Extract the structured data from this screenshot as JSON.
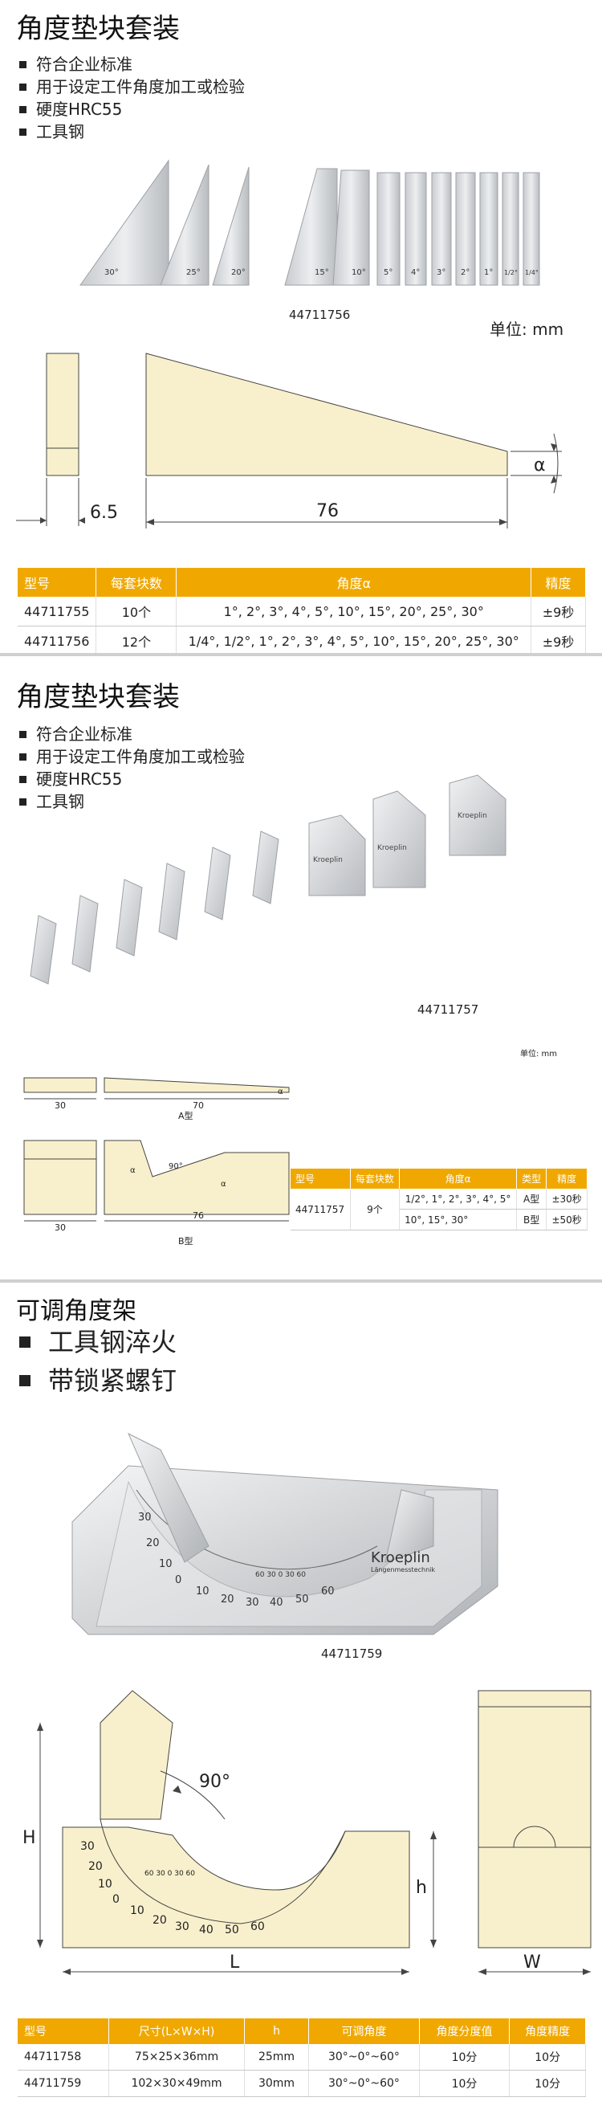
{
  "section1": {
    "title": "角度垫块套装",
    "bullets": [
      "符合企业标准",
      "用于设定工件角度加工或检验",
      "硬度HRC55",
      "工具钢"
    ],
    "block_labels": [
      "30°",
      "25°",
      "20°",
      "15°",
      "10°",
      "5°",
      "4°",
      "3°",
      "2°",
      "1°",
      "1/2°",
      "1/4°"
    ],
    "product_code": "44711756",
    "unit": "单位: mm",
    "dims": {
      "thickness": "6.5",
      "length": "76",
      "alpha": "α"
    },
    "table": {
      "headers": [
        "型号",
        "每套块数",
        "角度α",
        "精度"
      ],
      "rows": [
        [
          "44711755",
          "10个",
          "1°, 2°, 3°, 4°, 5°, 10°, 15°, 20°, 25°, 30°",
          "±9秒"
        ],
        [
          "44711756",
          "12个",
          "1/4°, 1/2°, 1°, 2°, 3°, 4°, 5°, 10°, 15°, 20°, 25°, 30°",
          "±9秒"
        ]
      ]
    }
  },
  "section2": {
    "title": "角度垫块套装",
    "bullets": [
      "符合企业标准",
      "用于设定工件角度加工或检验",
      "硬度HRC55",
      "工具钢"
    ],
    "brand": "Kroeplin",
    "product_code": "44711757",
    "unit": "单位: mm",
    "typeA": {
      "w": "30",
      "l": "70",
      "alpha": "α",
      "label": "A型"
    },
    "typeB": {
      "w": "30",
      "l": "76",
      "alpha": "α",
      "angle": "90°",
      "label": "B型"
    },
    "table": {
      "headers": [
        "型号",
        "每套块数",
        "角度α",
        "类型",
        "精度"
      ],
      "model": "44711757",
      "count": "9个",
      "rows": [
        [
          "1/2°, 1°, 2°, 3°, 4°, 5°",
          "A型",
          "±30秒"
        ],
        [
          "10°, 15°, 30°",
          "B型",
          "±50秒"
        ]
      ]
    }
  },
  "section3": {
    "title": "可调角度架",
    "bullets": [
      "工具钢淬火",
      "带锁紧螺钉"
    ],
    "brand": "Kroeplin",
    "brand_sub": "Längenmesstechnik",
    "product_code": "44711759",
    "scale_left": [
      "30",
      "20",
      "10",
      "0",
      "10",
      "20",
      "30",
      "40",
      "50",
      "60"
    ],
    "scale_small": "60 30 0 30 60",
    "dims": {
      "H": "H",
      "h": "h",
      "L": "L",
      "W": "W",
      "angle": "90°"
    },
    "table": {
      "headers": [
        "型号",
        "尺寸(L×W×H)",
        "h",
        "可调角度",
        "角度分度值",
        "角度精度"
      ],
      "rows": [
        [
          "44711758",
          "75×25×36mm",
          "25mm",
          "30°~0°~60°",
          "10分",
          "10分"
        ],
        [
          "44711759",
          "102×30×49mm",
          "30mm",
          "30°~0°~60°",
          "10分",
          "10分"
        ]
      ]
    }
  },
  "colors": {
    "accent": "#f0a800",
    "fill": "#f8f0cc",
    "steel": "#d8dadd"
  }
}
